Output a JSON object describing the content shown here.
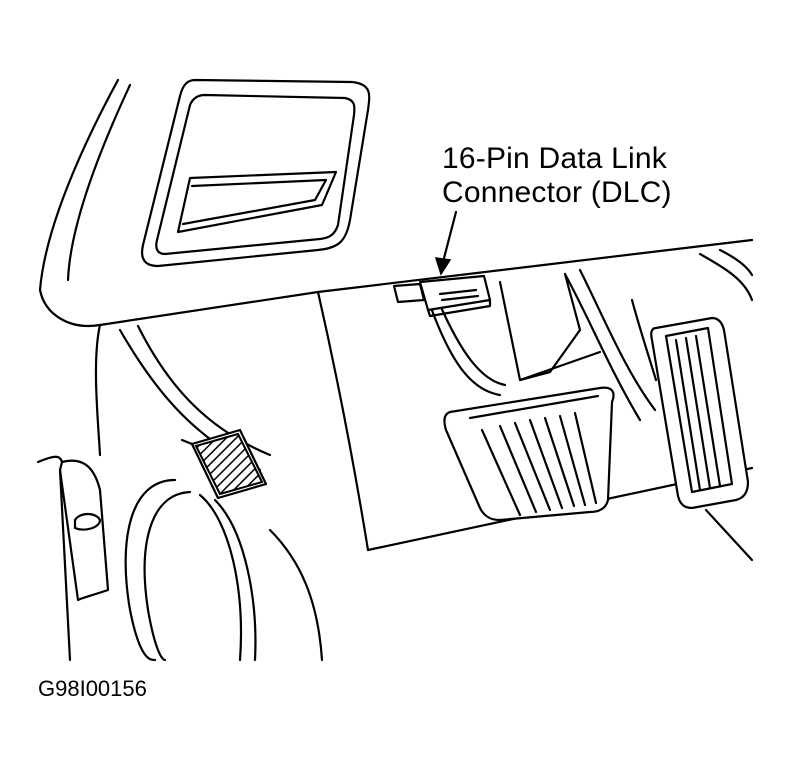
{
  "callout": {
    "line1": "16-Pin Data Link",
    "line2": "Connector (DLC)"
  },
  "figure_code": "G98I00156",
  "colors": {
    "ink": "#000000",
    "paper": "#ffffff"
  }
}
